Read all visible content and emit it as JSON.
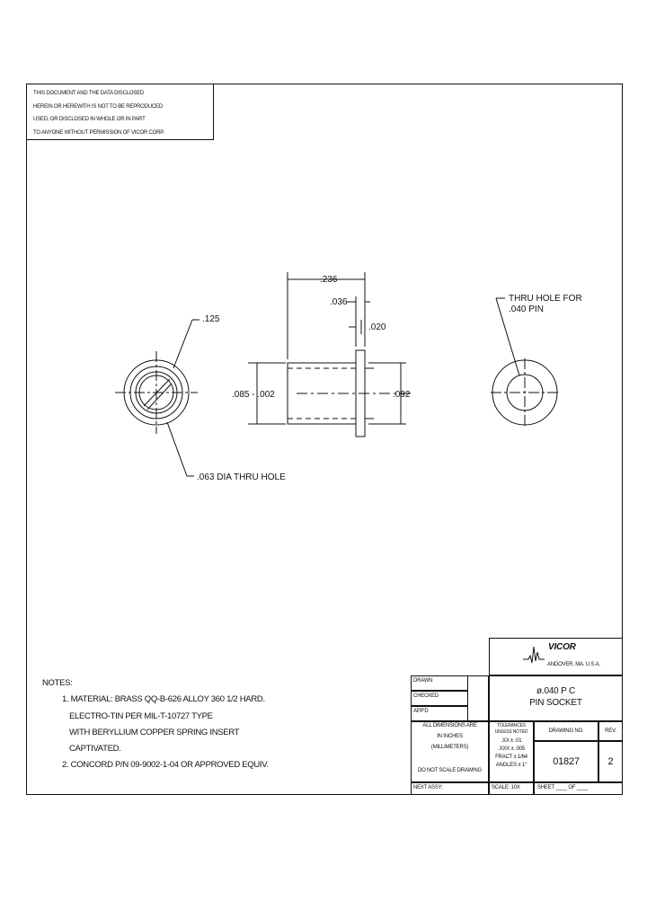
{
  "disclaimer": {
    "lines": [
      "THIS DOCUMENT AND THE DATA DISCLOSED",
      "HEREIN OR HEREWITH IS NOT TO BE REPRODUCED",
      "USED, OR DISCLOSED IN WHOLE OR IN PART",
      "TO ANYONE WITHOUT PERMISSION OF VICOR CORP."
    ]
  },
  "dimensions": {
    "length": ".236",
    "flange": ".036",
    "gap": ".020",
    "body_dia": ".085 - .002",
    "flange_dia": ".092",
    "outer_dia": ".125",
    "thru_hole": ".063 DIA THRU HOLE",
    "pin_hole_line1": "THRU HOLE FOR",
    "pin_hole_line2": ".040 PIN"
  },
  "notes": {
    "title": "NOTES:",
    "items": [
      "1. MATERIAL: BRASS QQ-B-626 ALLOY 360 1/2 HARD.",
      "ELECTRO-TIN PER MIL-T-10727 TYPE",
      "WITH BERYLLIUM COPPER SPRING INSERT",
      "CAPTIVATED.",
      "2. CONCORD P/N 09-9002-1-04 OR APPROVED EQUIV."
    ]
  },
  "title_block": {
    "company": "VICOR",
    "location": "ANDOVER, MA. U.S.A.",
    "drawn": "DRAWN",
    "checked": "CHECKED",
    "appd": "APP'D",
    "title_line1": "ø.040 P C",
    "title_line2": "PIN SOCKET",
    "dims_line1": "ALL DIMENSIONS ARE",
    "dims_line2": "IN INCHES",
    "dims_line3": "(MILLIMETERS)",
    "tol_line1": "TOLERANCES",
    "tol_line2": "UNLESS NOTED",
    "tol_line3": ".XX ± .01",
    "tol_line4": ".XXX ± .005",
    "tol_line5": "FRACT ± 1/64",
    "tol_line6": "ANGLES ± 1°",
    "no_scale": "DO NOT SCALE DRAWING",
    "drawing_no_label": "DRAWING NO.",
    "rev_label": "REV.",
    "drawing_no": "01827",
    "rev": "2",
    "next_assy": "NEXT ASSY:",
    "scale": "SCALE: 10X",
    "sheet": "SHEET ____ OF ____"
  }
}
